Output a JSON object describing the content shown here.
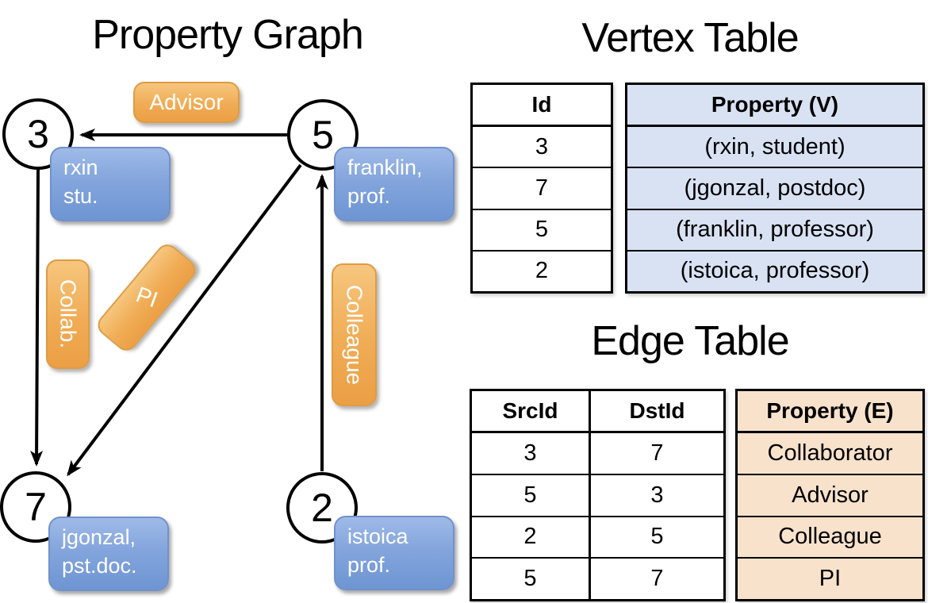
{
  "graph": {
    "title": "Property Graph",
    "nodes": [
      {
        "id": "3",
        "property_lines": [
          "rxin",
          "stu."
        ]
      },
      {
        "id": "5",
        "property_lines": [
          "franklin,",
          "prof."
        ]
      },
      {
        "id": "7",
        "property_lines": [
          "jgonzal,",
          "pst.doc."
        ]
      },
      {
        "id": "2",
        "property_lines": [
          "istoica",
          "prof."
        ]
      }
    ],
    "edge_labels": [
      {
        "label": "Advisor",
        "from": "5",
        "to": "3"
      },
      {
        "label": "Collab.",
        "from": "3",
        "to": "7"
      },
      {
        "label": "PI",
        "from": "5",
        "to": "7"
      },
      {
        "label": "Colleague",
        "from": "2",
        "to": "5"
      }
    ]
  },
  "vertex_table": {
    "title": "Vertex Table",
    "columns": {
      "id": "Id",
      "property": "Property (V)"
    },
    "rows": [
      {
        "id": "3",
        "property": "(rxin, student)"
      },
      {
        "id": "7",
        "property": "(jgonzal, postdoc)"
      },
      {
        "id": "5",
        "property": "(franklin, professor)"
      },
      {
        "id": "2",
        "property": "(istoica, professor)"
      }
    ]
  },
  "edge_table": {
    "title": "Edge Table",
    "columns": {
      "src": "SrcId",
      "dst": "DstId",
      "property": "Property (E)"
    },
    "rows": [
      {
        "src": "3",
        "dst": "7",
        "property": "Collaborator"
      },
      {
        "src": "5",
        "dst": "3",
        "property": "Advisor"
      },
      {
        "src": "2",
        "dst": "5",
        "property": "Colleague"
      },
      {
        "src": "5",
        "dst": "7",
        "property": "PI"
      }
    ]
  },
  "colors": {
    "edge_label_fill": "#EFA84D",
    "edge_label_border": "#DE9C44",
    "node_property_fill": "#7FA0D8",
    "node_property_border": "#7291CB",
    "vertex_property_cell": "#D9E2F3",
    "edge_property_cell": "#F8E2CB",
    "line": "#000000",
    "node_fill": "#FFFFFF"
  }
}
